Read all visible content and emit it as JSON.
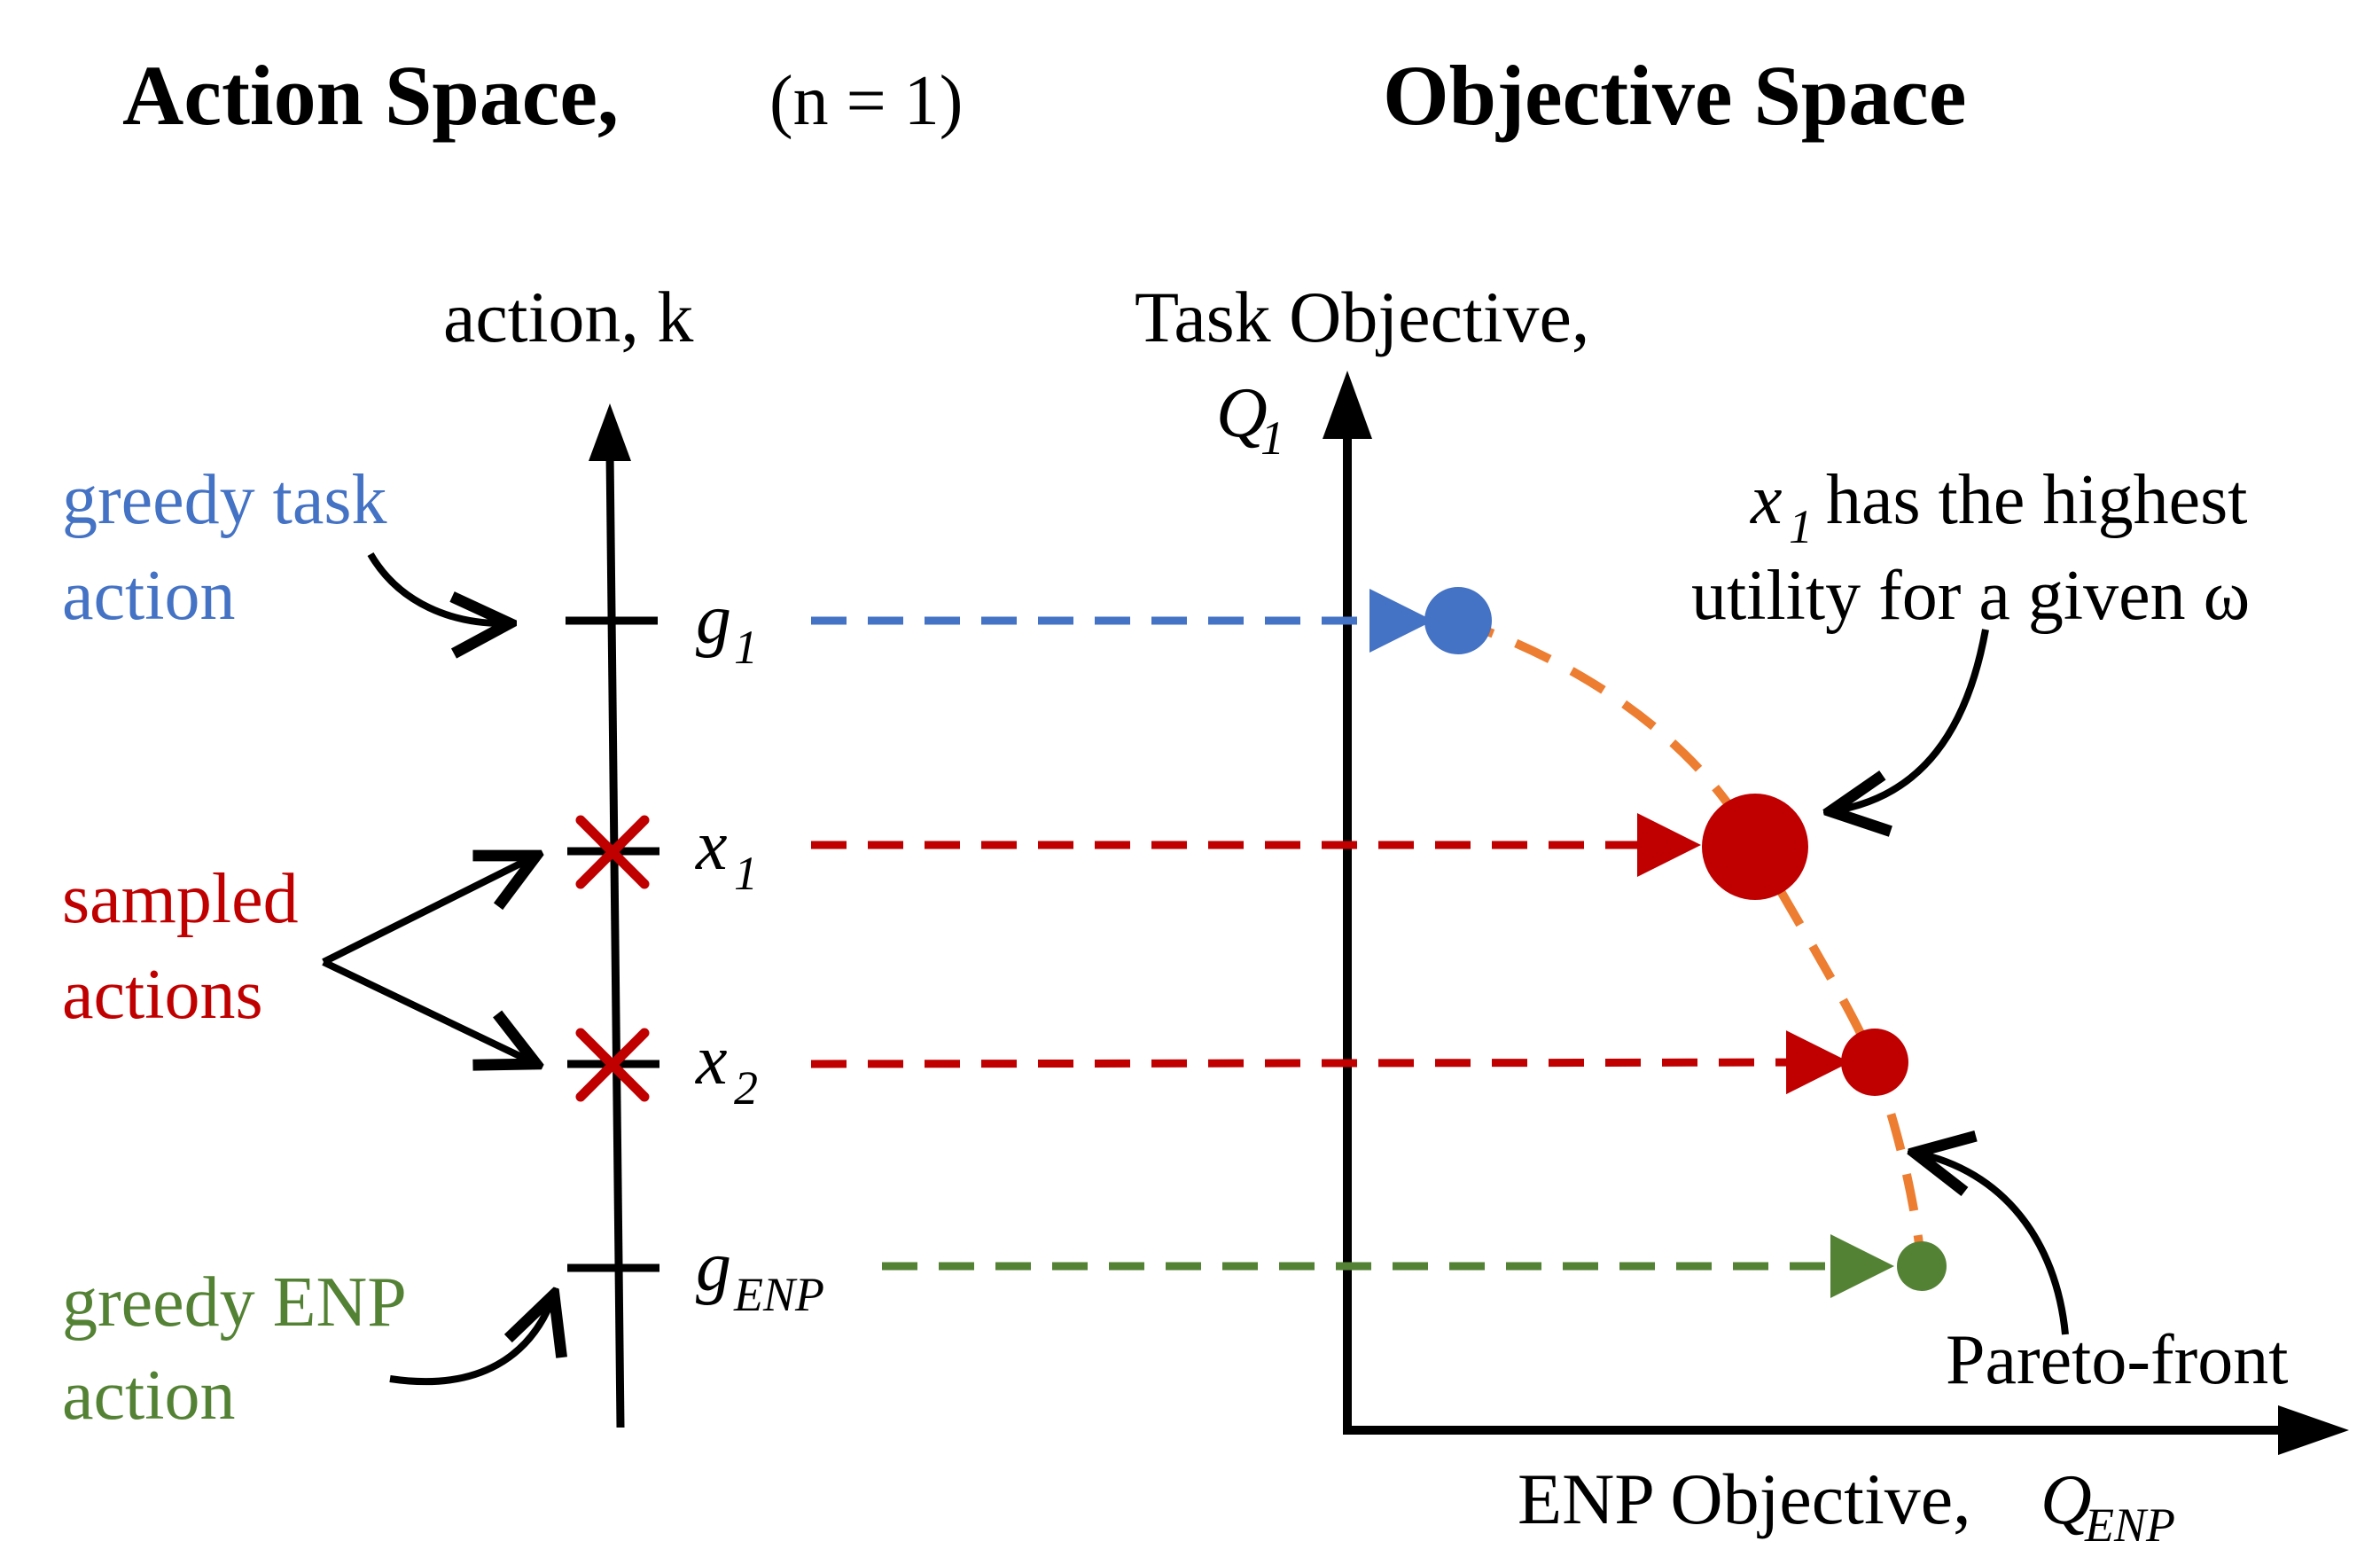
{
  "titles": {
    "left": "Action Space,",
    "left_note": "(n = 1)",
    "right": "Objective Space"
  },
  "action_axis": {
    "label": "action, k"
  },
  "objective_axes": {
    "y_label_line1": "Task Objective,",
    "y_label_symbol": "Q",
    "y_label_subscript": "1",
    "x_label_text": "ENP Objective,",
    "x_label_symbol": "Q",
    "x_label_subscript": "ENP"
  },
  "actions": [
    {
      "symbol": "g",
      "subscript": "1",
      "color": "#4472c4",
      "marker": "tick"
    },
    {
      "symbol": "x",
      "subscript": "1",
      "color": "#c00000",
      "marker": "cross"
    },
    {
      "symbol": "x",
      "subscript": "2",
      "color": "#c00000",
      "marker": "cross"
    },
    {
      "symbol": "g",
      "subscript": "ENP",
      "color": "#548235",
      "marker": "tick"
    }
  ],
  "annotations": {
    "greedy_task": [
      "greedy task",
      "action"
    ],
    "sampled": [
      "sampled",
      "actions"
    ],
    "greedy_enp": [
      "greedy ENP",
      "action"
    ],
    "highest_utility_symbol": "x",
    "highest_utility_subscript": "1",
    "highest_utility_line1": " has the highest",
    "highest_utility_line2": "utility for a given ω",
    "pareto": "Pareto-front"
  },
  "colors": {
    "task": "#4472c4",
    "sampled": "#c00000",
    "enp": "#548235",
    "pareto": "#ed7d31",
    "axis": "#000000"
  }
}
